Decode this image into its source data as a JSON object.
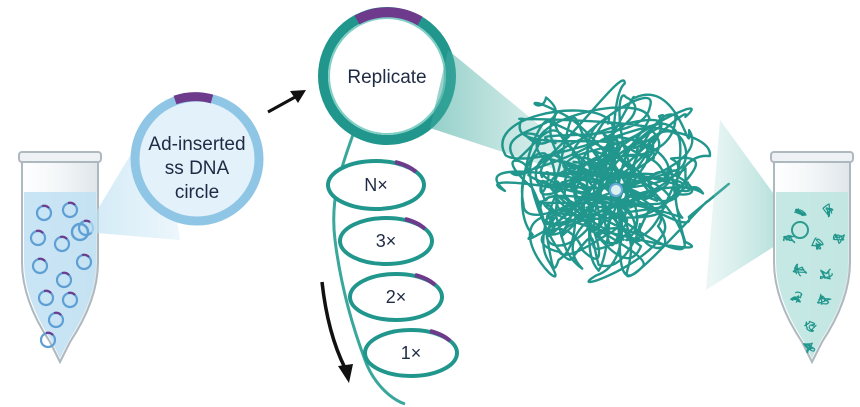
{
  "labels": {
    "circle": [
      "Ad-inserted",
      "ss DNA",
      "circle"
    ],
    "replicate": "Replicate",
    "copies": [
      "N×",
      "3×",
      "2×",
      "1×"
    ]
  },
  "colors": {
    "teal": "#20968c",
    "teal_light": "#58b9ae",
    "blue_ring": "#8fc6e6",
    "blue_fill": "#d8ecf8",
    "purple": "#6d3a8c",
    "arrow": "#111111",
    "liquid_blue": "#bfe1f3",
    "liquid_teal": "#bfe6e1"
  },
  "icons": [
    "tube-blue-icon",
    "tube-teal-icon",
    "arrow-right-icon",
    "arrow-down-icon",
    "dna-nanoball-icon"
  ]
}
